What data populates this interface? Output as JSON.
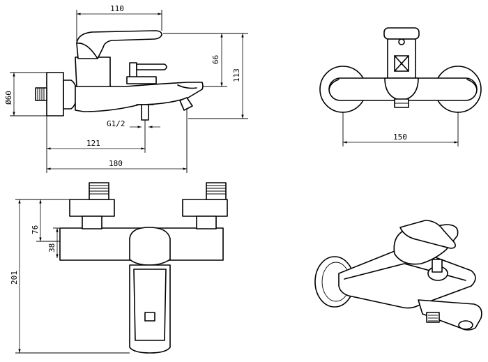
{
  "dimensions": {
    "width_110": "110",
    "height_66": "66",
    "height_113": "113",
    "diameter_60": "Ø60",
    "thread_g12": "G1/2",
    "length_121": "121",
    "length_180": "180",
    "width_150": "150",
    "height_76": "76",
    "height_38": "38",
    "height_201": "201"
  }
}
